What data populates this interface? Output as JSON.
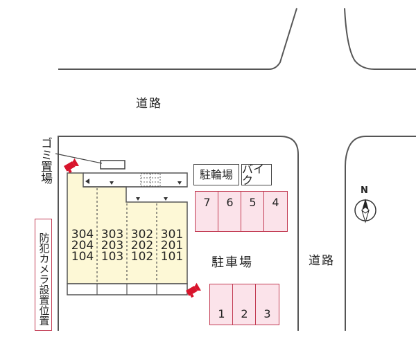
{
  "labels": {
    "road_top": "道路",
    "road_right": "道路",
    "garbage": "ゴミ置場",
    "bicycle_parking": "駐輪場",
    "bike": "バイク",
    "parking_lot": "駐車場",
    "camera_legend": "防犯カメラ設置位置",
    "north": "N"
  },
  "units": {
    "columns": [
      [
        "304",
        "204",
        "104"
      ],
      [
        "303",
        "203",
        "103"
      ],
      [
        "302",
        "202",
        "102"
      ],
      [
        "301",
        "201",
        "101"
      ]
    ]
  },
  "parking": {
    "top_row": [
      "7",
      "6",
      "5",
      "4"
    ],
    "bottom_row": [
      "1",
      "2",
      "3"
    ]
  },
  "colors": {
    "building": "#fdf8d6",
    "parking_fill": "#fbe3ea",
    "parking_border": "#c23a52",
    "camera": "#d8142c"
  }
}
